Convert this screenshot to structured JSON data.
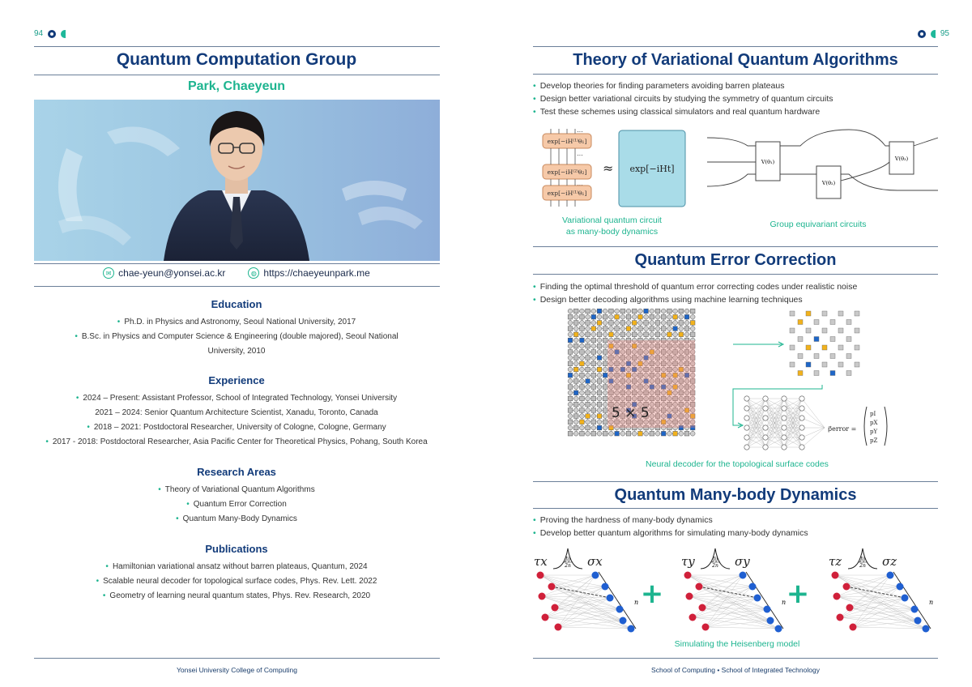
{
  "left": {
    "page_number": "94",
    "title": "Quantum Computation Group",
    "name": "Park, Chaeyeun",
    "email": "chae-yeun@yonsei.ac.kr",
    "website": "https://chaeyeunpark.me",
    "education": {
      "heading": "Education",
      "items": [
        "Ph.D. in Physics and Astronomy, Seoul National University, 2017",
        "B.Sc. in Physics and Computer Science & Engineering (double majored), Seoul National",
        "University, 2010"
      ]
    },
    "experience": {
      "heading": "Experience",
      "items": [
        "2024 – Present: Assistant Professor, School of Integrated Technology, Yonsei University",
        "2021 – 2024: Senior Quantum Architecture Scientist, Xanadu, Toronto, Canada",
        "2018 – 2021: Postdoctoral Researcher, University of Cologne, Cologne, Germany",
        "2017 - 2018: Postdoctoral Researcher, Asia Pacific Center for Theoretical Physics, Pohang, South Korea"
      ]
    },
    "research": {
      "heading": "Research Areas",
      "items": [
        "Theory of Variational Quantum Algorithms",
        "Quantum Error Correction",
        "Quantum Many-Body Dynamics"
      ]
    },
    "publications": {
      "heading": "Publications",
      "items": [
        "Hamiltonian variational ansatz without barren plateaus, Quantum, 2024",
        "Scalable neural decoder for topological surface codes, Phys. Rev. Lett. 2022",
        "Geometry of learning neural quantum states, Phys. Rev. Research, 2020"
      ]
    },
    "footer": "Yonsei University College of Computing"
  },
  "right": {
    "page_number": "95",
    "vqa": {
      "title": "Theory of Variational Quantum Algorithms",
      "bullets": [
        "Develop theories for finding parameters avoiding barren plateaus",
        "Design better variational circuits by studying the symmetry of quantum circuits",
        "Test these schemes using classical simulators and real quantum hardware"
      ],
      "caption_left_1": "Variational quantum circuit",
      "caption_left_2": "as many-body dynamics",
      "caption_right": "Group equivariant circuits",
      "gate_1": "exp[−iH⁽¹⁾θ₁]",
      "gate_2": "exp[−iH⁽²⁾θ₂]",
      "gate_3": "exp[−iH⁽¹⁾θ₁]",
      "approx": "≈",
      "big_gate": "exp[−iHt]",
      "v1": "V(θ₁)",
      "v2": "V(θ₂)",
      "v3": "V(θ₃)",
      "dots": "..."
    },
    "qec": {
      "title": "Quantum Error Correction",
      "bullets": [
        "Finding the optimal threshold of quantum error correcting codes under realistic noise",
        "Design better decoding algorithms using machine learning techniques"
      ],
      "window_label": "5 × 5",
      "output_label": "p⃗error =",
      "p_i": "pI",
      "p_x": "pX",
      "p_y": "pY",
      "p_z": "pZ",
      "caption": "Neural decoder for the topological surface codes"
    },
    "mbd": {
      "title": "Quantum Many-body Dynamics",
      "bullets": [
        "Proving the hardness of many-body dynamics",
        "Develop better quantum algorithms for simulating many-body dynamics"
      ],
      "panels": [
        {
          "tau": "τx",
          "sigma": "σx"
        },
        {
          "tau": "τy",
          "sigma": "σy"
        },
        {
          "tau": "τz",
          "sigma": "σz"
        }
      ],
      "fraction_num": "Jij",
      "fraction_den": "2n",
      "n_label": "n",
      "plus": "+",
      "caption": "Simulating the Heisenberg model"
    },
    "footer": "School of Computing • School of Integrated Technology"
  },
  "colors": {
    "navy": "#123b7a",
    "green": "#1db48f",
    "gate_orange": "#f6c9a8",
    "gate_blue": "#a9dce8",
    "qubit_blue": "#1e66c8",
    "qubit_yellow": "#f2b21c",
    "spin_red": "#d0203a",
    "spin_blue": "#1f5fd1"
  }
}
